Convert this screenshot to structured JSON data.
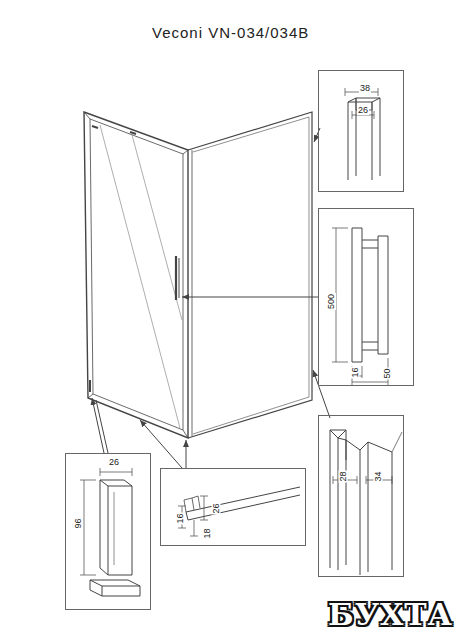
{
  "diagram": {
    "title": "Veconi VN-034/034B",
    "nodes": [
      {
        "text": [
          "38",
          "26"
        ]
      },
      {
        "text": [
          "500",
          "16",
          "50"
        ]
      },
      {
        "text": [
          "28",
          "34"
        ]
      },
      {
        "text": [
          "26",
          "96"
        ]
      },
      {
        "text": [
          "26",
          "16",
          "18"
        ]
      }
    ],
    "labels": [
      "БУХТА"
    ]
  }
}
